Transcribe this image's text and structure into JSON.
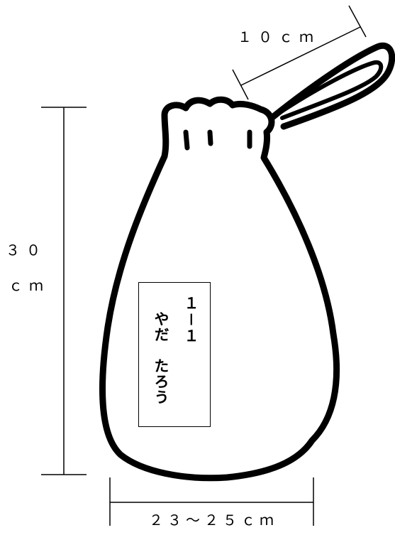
{
  "dimensions": {
    "strap_length": "１０ｃｍ",
    "height_value": "３０",
    "height_unit": "ｃｍ",
    "width_range": "２３～２５ｃｍ"
  },
  "name_tag": {
    "class_text": "１－１",
    "name_text": "やだ　たろう"
  },
  "colors": {
    "line": "#000000",
    "background": "#ffffff"
  }
}
